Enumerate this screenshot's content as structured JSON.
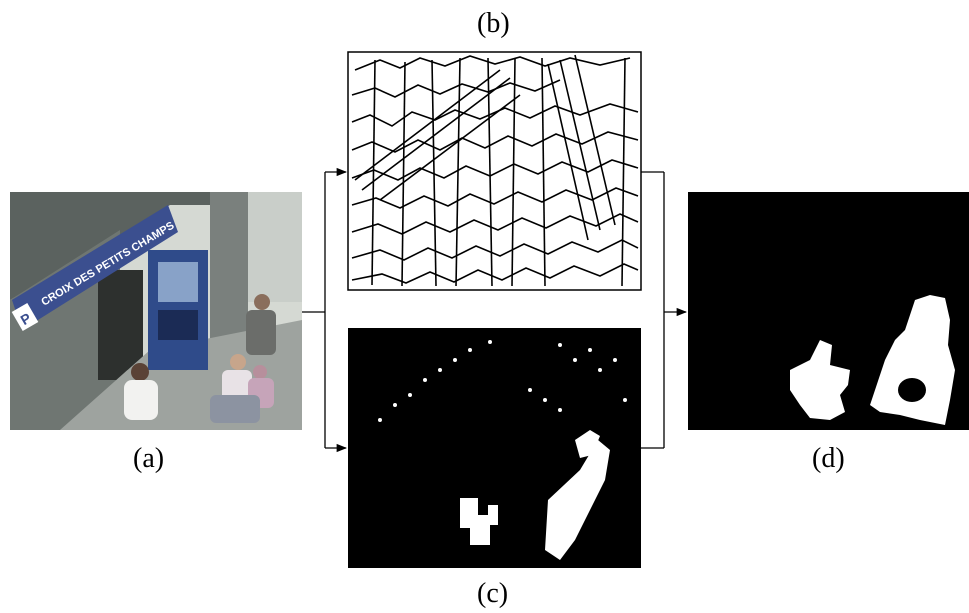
{
  "labels": {
    "a": "(a)",
    "b": "(b)",
    "c": "(c)",
    "d": "(d)"
  },
  "sign": {
    "letter": "P",
    "text": "CROIX DES PETITS CHAMPS"
  },
  "colors": {
    "line": "#000000",
    "mask_bg": "#000000",
    "mask_fg": "#ffffff",
    "photo_sky": "#d7dbd6",
    "sign_blue": "#3b4f8f"
  }
}
